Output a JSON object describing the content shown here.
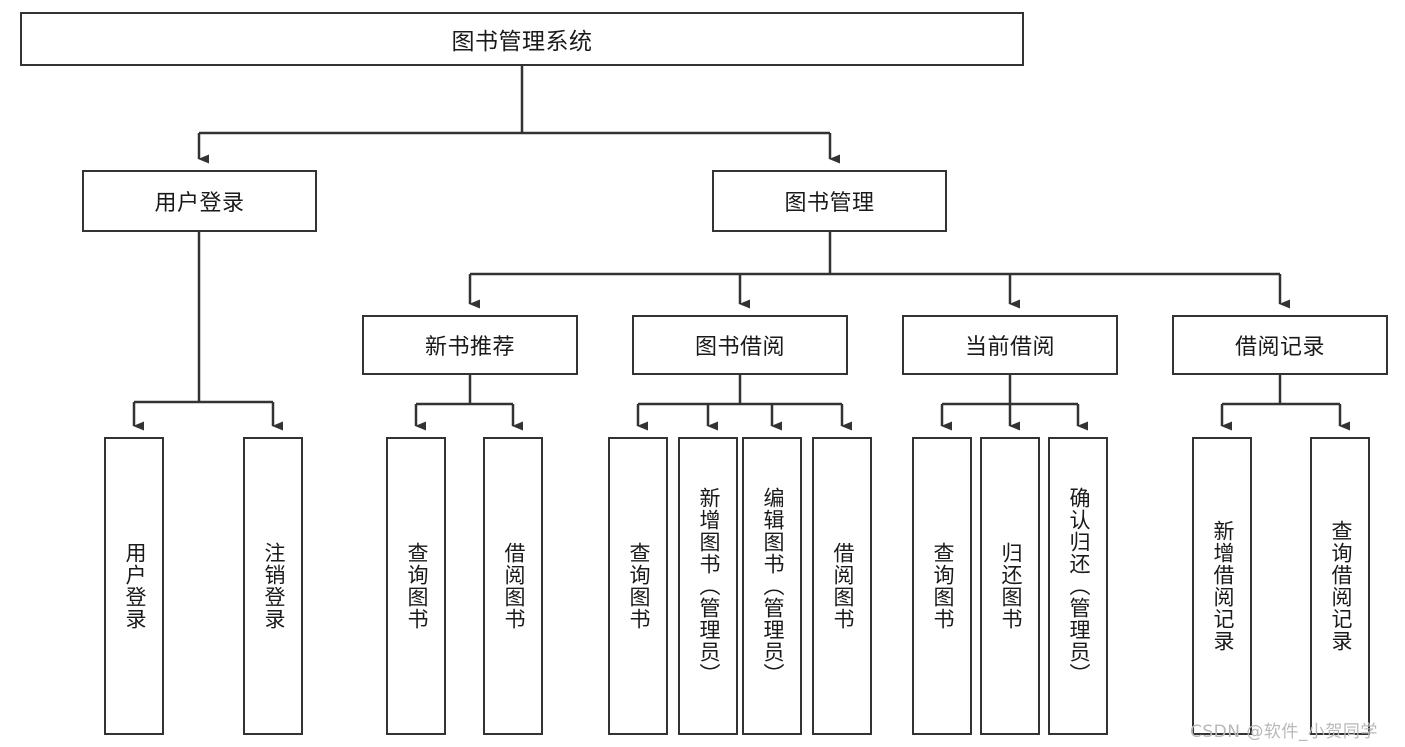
{
  "diagram": {
    "title": "图书管理系统",
    "watermark": "CSDN @软件_小贺同学",
    "line_color": "#333333",
    "text_color": "#1a1a1a",
    "background": "#ffffff",
    "nodes": {
      "root": "图书管理系统",
      "user_login": "用户登录",
      "book_manage": "图书管理",
      "new_book_rec": "新书推荐",
      "book_borrow": "图书借阅",
      "current_borrow": "当前借阅",
      "borrow_record": "借阅记录",
      "login_do": "用户登录",
      "logout_do": "注销登录",
      "rec_query_book": "查询图书",
      "rec_borrow_book": "借阅图书",
      "bb_query_book": "查询图书",
      "bb_add_book": "新增图书（管理员）",
      "bb_edit_book": "编辑图书（管理员）",
      "bb_borrow_book": "借阅图书",
      "cb_query_book": "查询图书",
      "cb_return_book": "归还图书",
      "cb_confirm_return": "确认归还（管理员）",
      "br_add_record": "新增借阅记录",
      "br_query_record": "查询借阅记录"
    },
    "levels": {
      "level1": [
        "图书管理系统"
      ],
      "level2": [
        "用户登录",
        "图书管理"
      ],
      "level3": [
        "新书推荐",
        "图书借阅",
        "当前借阅",
        "借阅记录"
      ],
      "level4": [
        "用户登录",
        "注销登录",
        "查询图书",
        "借阅图书",
        "查询图书",
        "新增图书（管理员）",
        "编辑图书（管理员）",
        "借阅图书",
        "查询图书",
        "归还图书",
        "确认归还（管理员）",
        "新增借阅记录",
        "查询借阅记录"
      ]
    }
  }
}
